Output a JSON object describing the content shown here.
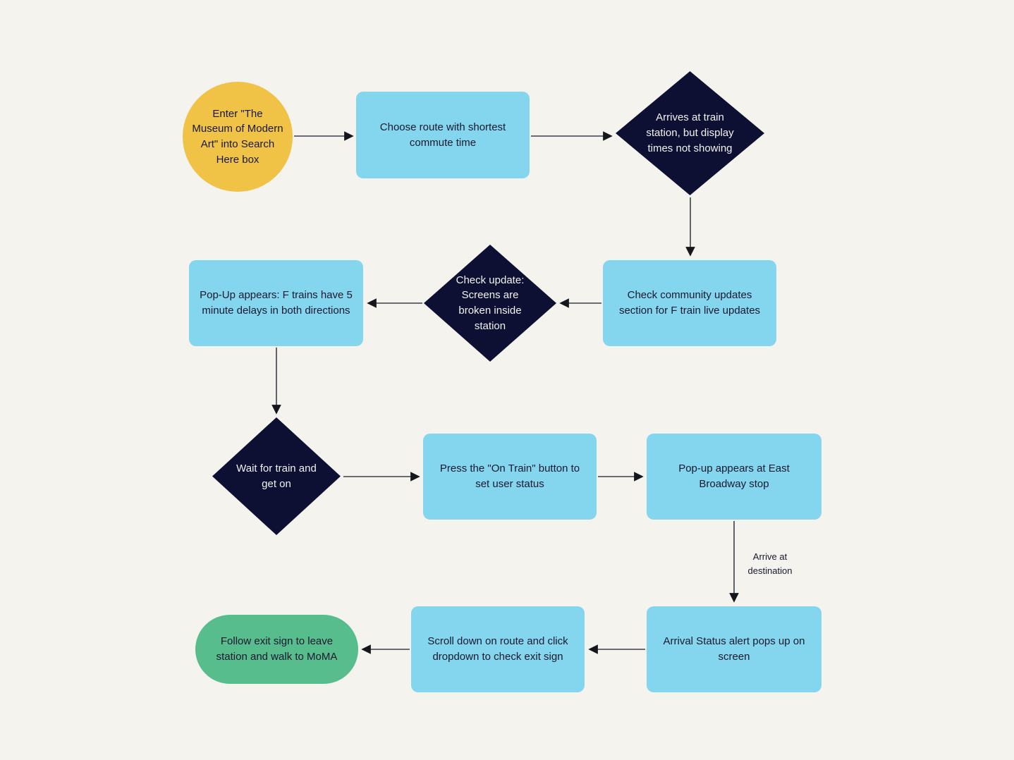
{
  "palette": {
    "background": "#F5F3EE",
    "process_fill": "#84D6EE",
    "decision_fill": "#0D1033",
    "start_fill": "#F0C246",
    "end_fill": "#57BD8C",
    "text_dark": "#16182F",
    "text_light": "#F2F3F1",
    "arrow": "#3C4049",
    "arrow_head": "#15171C"
  },
  "nodes": [
    {
      "id": "start",
      "shape": "circle",
      "label": "Enter \"The Museum of Modern Art\" into Search Here box"
    },
    {
      "id": "choose-route",
      "shape": "rect",
      "label": "Choose route with shortest commute time"
    },
    {
      "id": "arrives-station",
      "shape": "diamond",
      "label": "Arrives at train station, but display times not showing"
    },
    {
      "id": "check-community",
      "shape": "rect",
      "label": "Check community updates section for F train live updates"
    },
    {
      "id": "check-update",
      "shape": "diamond",
      "label": "Check update: Screens are broken inside station"
    },
    {
      "id": "popup-delays",
      "shape": "rect",
      "label": "Pop-Up appears: F trains have 5 minute delays in both directions"
    },
    {
      "id": "wait-train",
      "shape": "diamond",
      "label": "Wait for train and get on"
    },
    {
      "id": "press-on-train",
      "shape": "rect",
      "label": "Press the \"On Train\" button to set user status"
    },
    {
      "id": "popup-east-broadway",
      "shape": "rect",
      "label": "Pop-up appears at East Broadway stop"
    },
    {
      "id": "arrival-status",
      "shape": "rect",
      "label": "Arrival Status alert pops up on screen"
    },
    {
      "id": "scroll-dropdown",
      "shape": "rect",
      "label": "Scroll down on route and click dropdown to check exit sign"
    },
    {
      "id": "follow-exit",
      "shape": "stadium",
      "label": "Follow exit sign to leave station and walk to MoMA"
    }
  ],
  "edge_labels": [
    {
      "id": "arrive-destination",
      "label": "Arrive at destination"
    }
  ]
}
